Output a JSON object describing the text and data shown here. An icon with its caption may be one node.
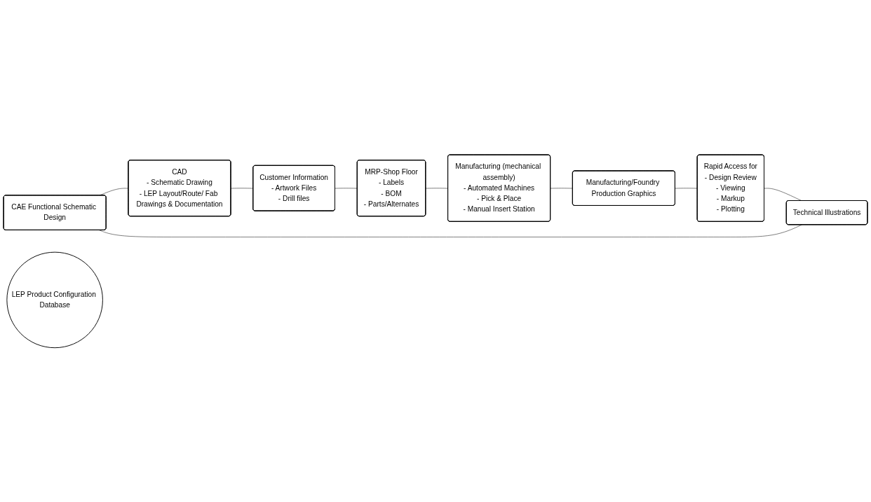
{
  "diagram": {
    "nodes": [
      {
        "text": [
          "CAE Functional Schematic Design"
        ]
      },
      {
        "text": [
          "CAD",
          "- Schematic Drawing",
          "- LEP Layout/Route/ Fab Drawings & Documentation"
        ]
      },
      {
        "text": [
          "Customer Information",
          "- Artwork Files",
          "- Drill files"
        ]
      },
      {
        "text": [
          "Technical Illustrations"
        ]
      },
      {
        "text": [
          "LEP Product Configuration Database"
        ]
      },
      {
        "text": [
          "Rapid Access for",
          "- Design Review",
          "- Viewing",
          "- Markup",
          "- Plotting"
        ]
      },
      {
        "text": [
          "MRP-Shop Floor",
          "- Labels",
          "- BOM",
          "- Parts/Alternates"
        ]
      },
      {
        "text": [
          "Manufacturing/Foundry Production Graphics"
        ]
      },
      {
        "text": [
          "Manufacturing (mechanical assembly)",
          "- Automated Machines",
          "- Pick & Place",
          "- Manual Insert Station"
        ]
      }
    ],
    "edges": [
      {
        "from": 0,
        "to": 1,
        "arrow": "none"
      },
      {
        "from": 1,
        "to": 2,
        "arrow": "none"
      },
      {
        "from": 2,
        "to": 6,
        "arrow": "none"
      },
      {
        "from": 6,
        "to": 8,
        "arrow": "none"
      },
      {
        "from": 8,
        "to": 7,
        "arrow": "none"
      },
      {
        "from": 7,
        "to": 5,
        "arrow": "none"
      },
      {
        "from": 5,
        "to": 3,
        "arrow": "none"
      },
      {
        "from": 3,
        "to": 0,
        "arrow": "none"
      }
    ]
  }
}
